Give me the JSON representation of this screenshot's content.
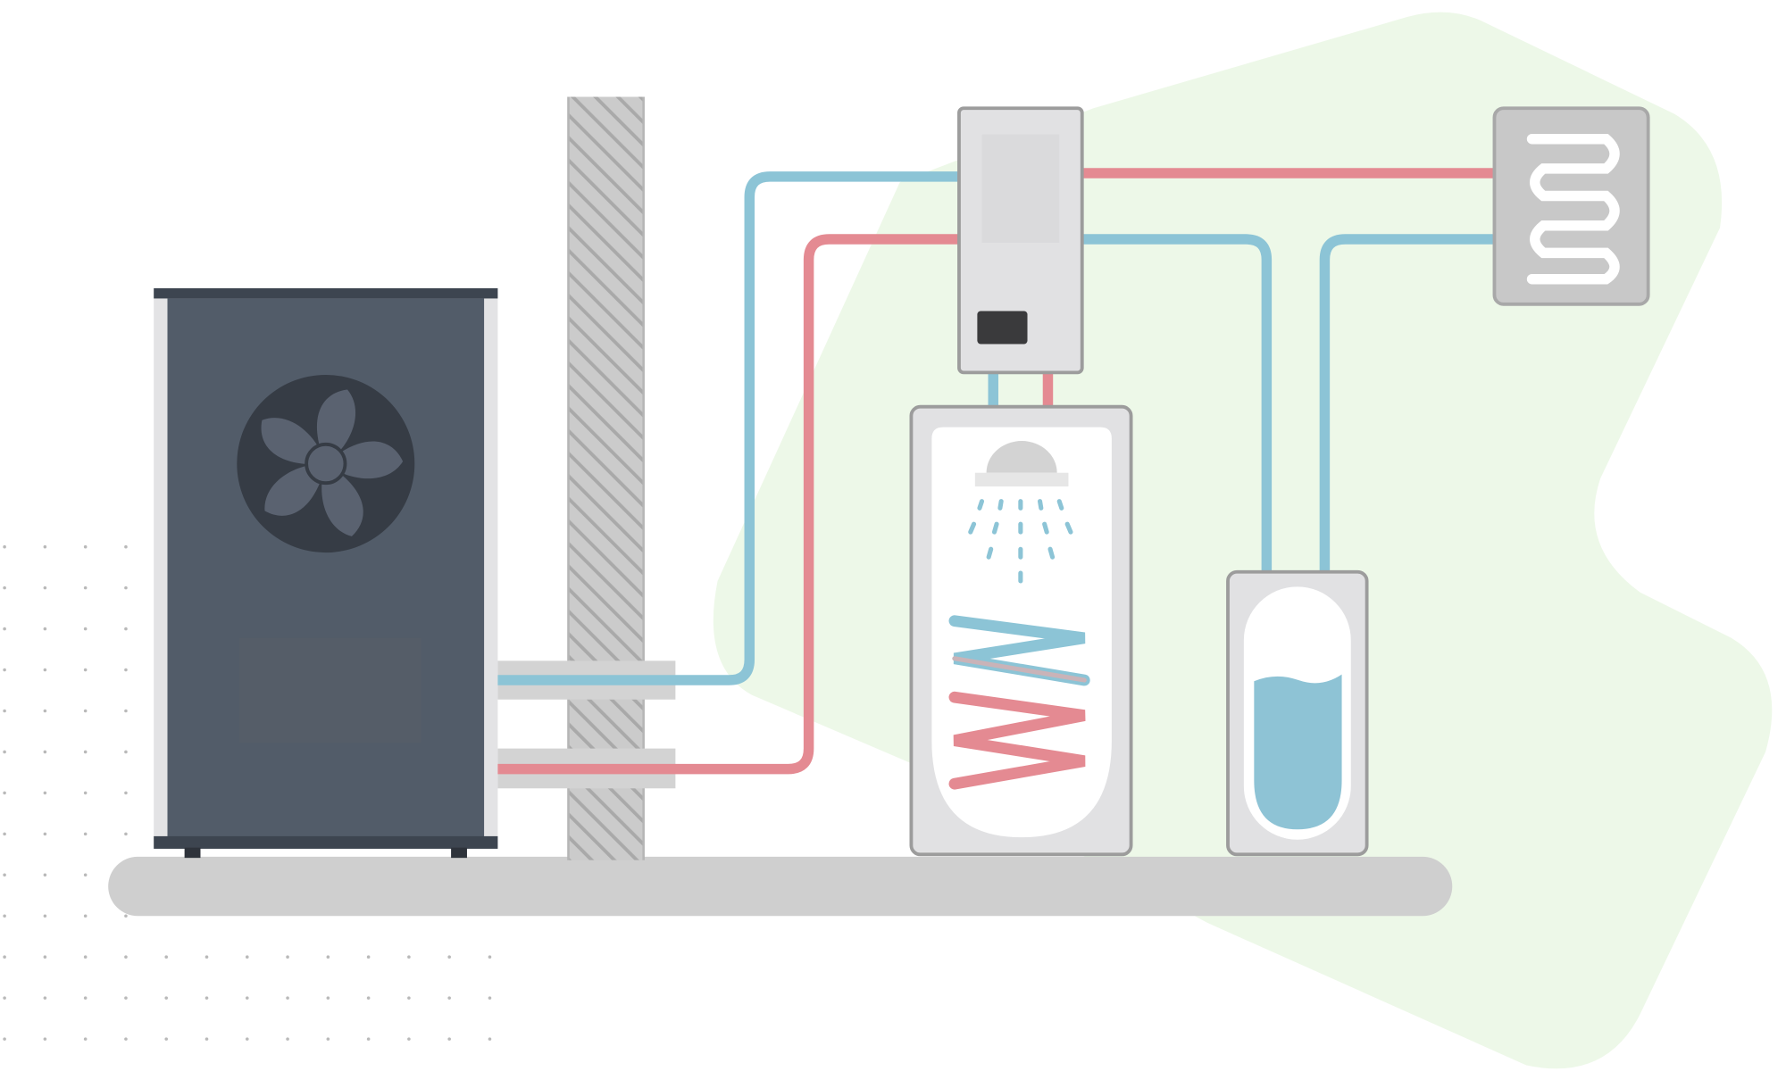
{
  "diagram": {
    "colors": {
      "background": "#ffffff",
      "blob": "#edf8e8",
      "dots": "#b9b9b9",
      "floor": "#cfcfcf",
      "wall": "#cbcbcb",
      "wall_hatch": "#a9a9a9",
      "heat_pump_body": "#525c69",
      "heat_pump_edge": "#e3e3e5",
      "heat_pump_frame": "#3d4550",
      "fan": "#363c45",
      "fan_blade": "#5a6270",
      "pipe_cold": "#8cc4d6",
      "pipe_hot": "#e48a92",
      "sleeve": "#d3d3d3",
      "unit_fill": "#e1e1e3",
      "unit_border": "#9c9c9c",
      "unit_display": "#3a3a3c",
      "radiator": "#c8c8c8",
      "water": "#8ec3d5"
    },
    "components": [
      "heat-pump",
      "wall",
      "control-unit",
      "hot-water-cylinder",
      "buffer-tank",
      "radiator"
    ]
  }
}
